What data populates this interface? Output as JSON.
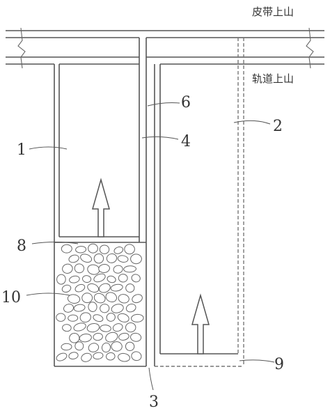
{
  "labels": {
    "belt_roadway": "皮带上山",
    "track_roadway": "轨道上山"
  },
  "callouts": {
    "c1": "1",
    "c2": "2",
    "c3": "3",
    "c4": "4",
    "c6": "6",
    "c8": "8",
    "c9": "9",
    "c10": "10"
  },
  "colors": {
    "line": "#555555",
    "background": "#ffffff"
  }
}
